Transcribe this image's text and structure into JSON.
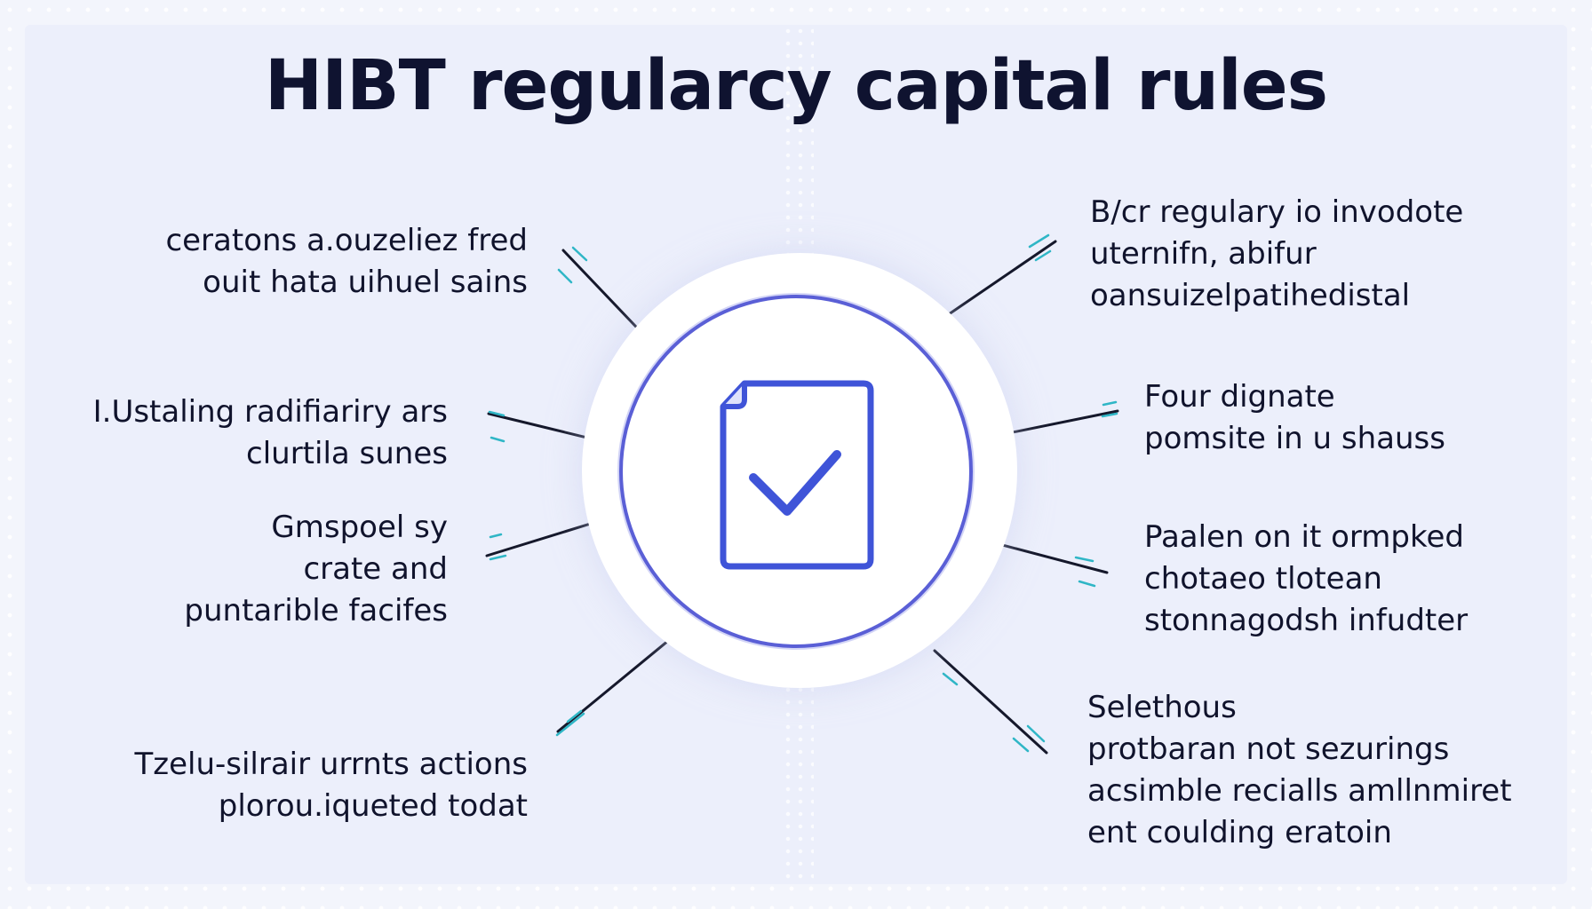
{
  "title": "HIBT regularcy capital rules",
  "center": {
    "icon": "document-checkmark-icon"
  },
  "colors": {
    "title": "#0f1330",
    "text": "#10132c",
    "ring": "#5a5fd6",
    "icon": "#3f54d8",
    "accent": "#2fb6c6",
    "panel": "#eceffb"
  },
  "labels_left": [
    "ceratons a.ouzeliez fred\nouit hata uihuel sains",
    "I.Ustaling radifiariry ars\nclurtila sunes",
    "Gmspoel sy\ncrate and\npuntarible facifes",
    "Tzelu-silrair urrnts actions\nplorou.iqueted todat"
  ],
  "labels_right": [
    "B/cr regulary io invodote\nuternifn, abifur\noansuizelpatihedistal",
    "Four  dignate\npomsite in u shauss",
    "Paalen on it ormpked\nchotaeo tlotean\nstonnagodsh infudter",
    "Selethous\nprotbaran not sezurings\nacsimble recialls amllnmiret\nent coulding eratoin"
  ]
}
